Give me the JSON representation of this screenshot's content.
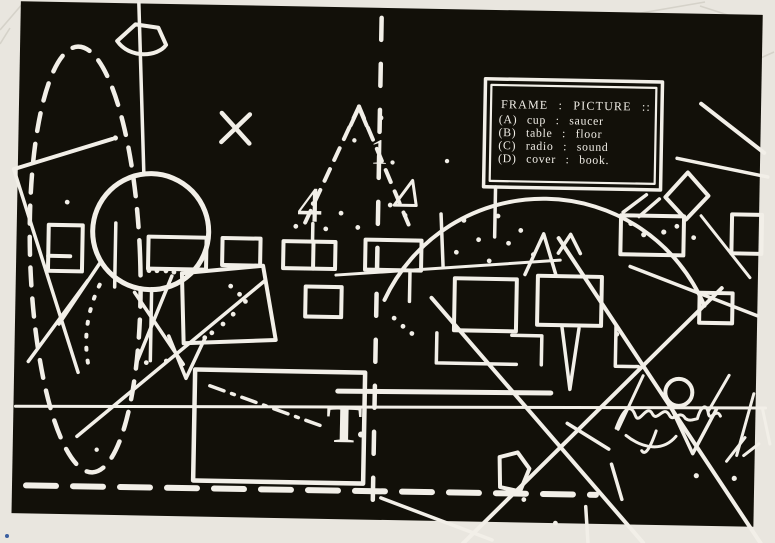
{
  "photo": {
    "panel": {
      "title": "FRAME : PICTURE ::",
      "option_a": "(A) cup : saucer",
      "option_b": "(B) table : floor",
      "option_c": "(C) radio : sound",
      "option_d": "(D) cover : book."
    },
    "glyphs": {
      "t": "T",
      "four": "4",
      "one": "1."
    },
    "colors": {
      "paper": "#e9e6df",
      "emulsion_black": "#121009",
      "line_white": "#f2efe8",
      "crease_gray": "#d3d0c7",
      "ink_blue": "#3b5fa0"
    }
  }
}
